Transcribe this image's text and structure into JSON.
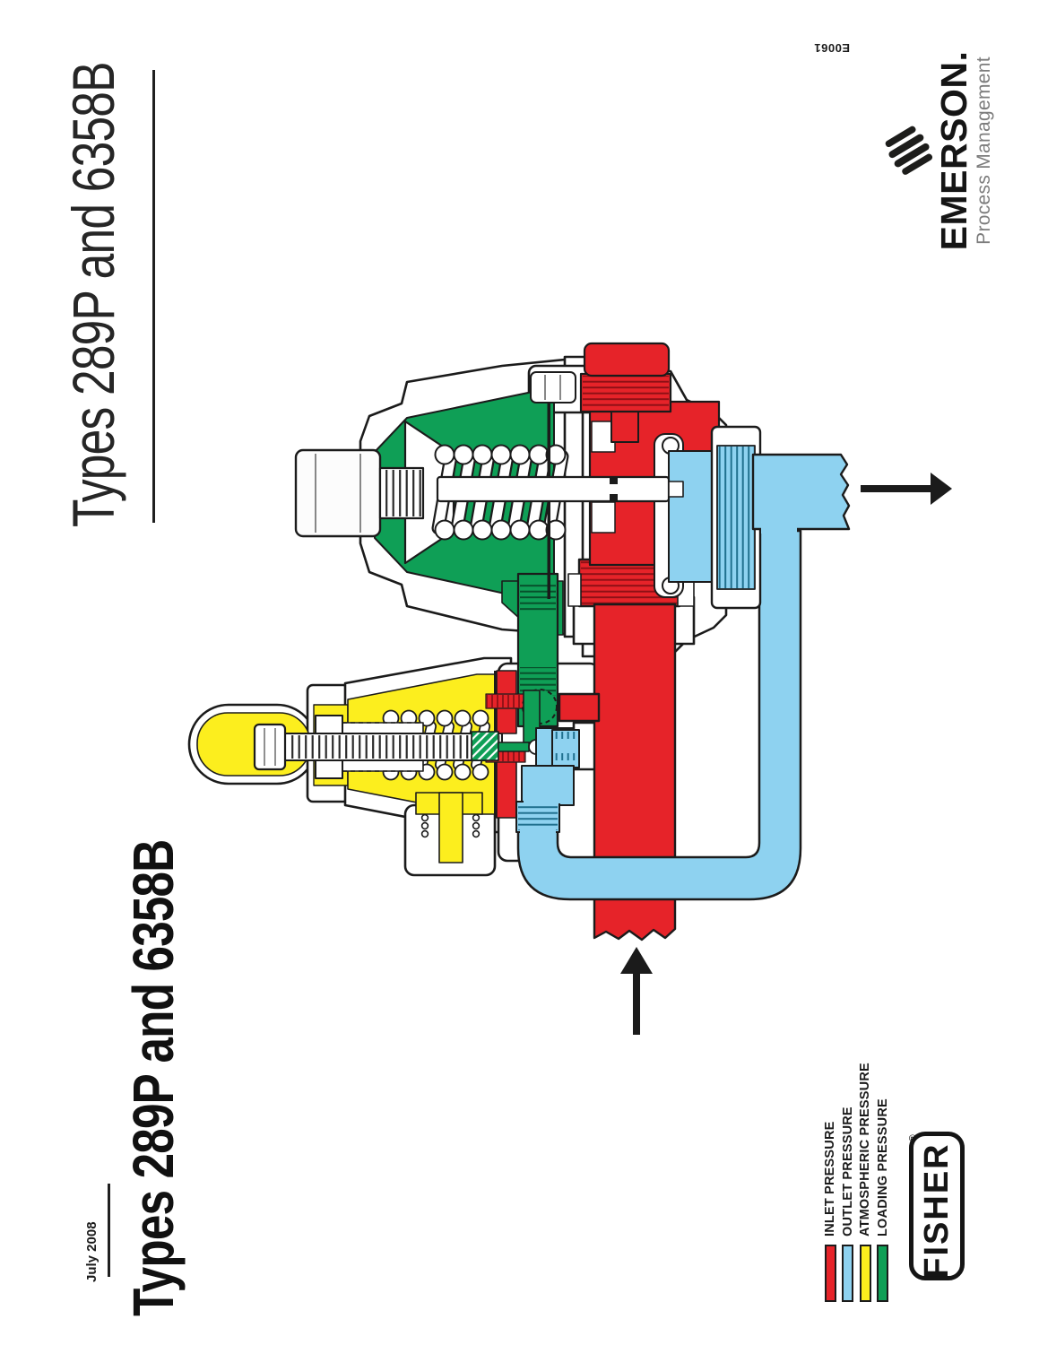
{
  "page": {
    "background": "#ffffff",
    "ink": "#1b1b1b"
  },
  "masthead": {
    "product_title": "Types 289P and 6358B",
    "date": "July 2008",
    "doc_title": "Types 289P and 6358B"
  },
  "figure": {
    "number": "E0061"
  },
  "brands": {
    "emerson": {
      "wordmark": "EMERSON.",
      "tagline": "Process Management"
    },
    "fisher": {
      "wordmark": "FISHER",
      "registered": "®"
    }
  },
  "legend": {
    "items": [
      {
        "label": "INLET PRESSURE",
        "color": "#e62329"
      },
      {
        "label": "OUTLET PRESSURE",
        "color": "#8ed2f0"
      },
      {
        "label": "ATMOSPHERIC PRESSURE",
        "color": "#fcee1e"
      },
      {
        "label": "LOADING PRESSURE",
        "color": "#0f9f56"
      }
    ]
  },
  "diagram": {
    "colors": {
      "inlet": "#e62329",
      "outlet": "#8ed2f0",
      "atmospheric": "#fcee1e",
      "loading": "#0f9f56"
    }
  }
}
